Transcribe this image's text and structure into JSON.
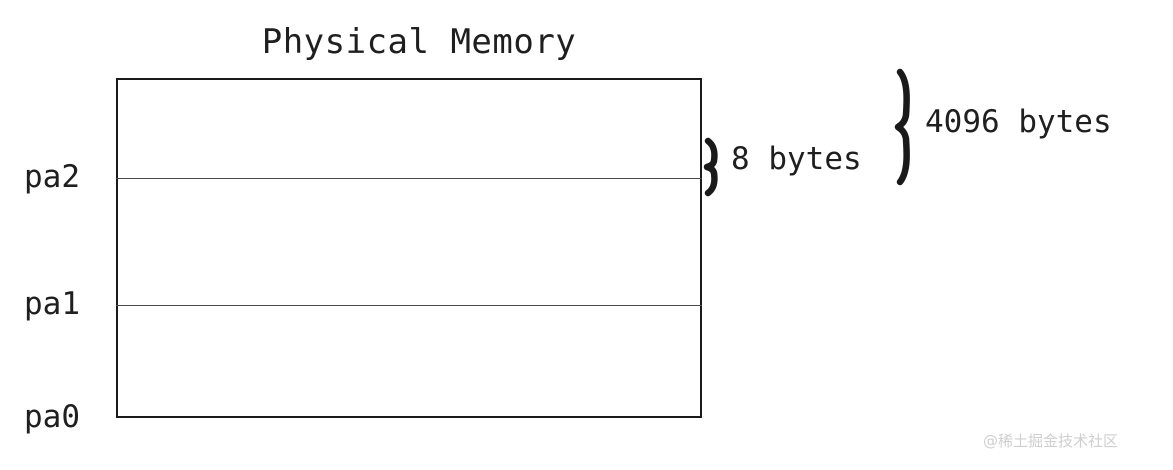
{
  "diagram": {
    "title": "Physical Memory",
    "type": "memory-layout",
    "box": {
      "border_color": "#1a1a1a",
      "divider_color": "#4a4a4a",
      "background": "#ffffff"
    },
    "address_labels": [
      {
        "id": "pa2",
        "text": "pa2"
      },
      {
        "id": "pa1",
        "text": "pa1"
      },
      {
        "id": "pa0",
        "text": "pa0"
      }
    ],
    "annotations": [
      {
        "id": "cell-size",
        "brace": "}",
        "label": "8 bytes",
        "spans": "one cell between pa2 and the top divider region"
      },
      {
        "id": "page-size",
        "brace": "}",
        "label": "4096 bytes",
        "spans": "the region from the top of the box down to pa2"
      }
    ]
  },
  "watermark": {
    "text": "@稀土掘金技术社区",
    "color": "#cfcfcf"
  }
}
